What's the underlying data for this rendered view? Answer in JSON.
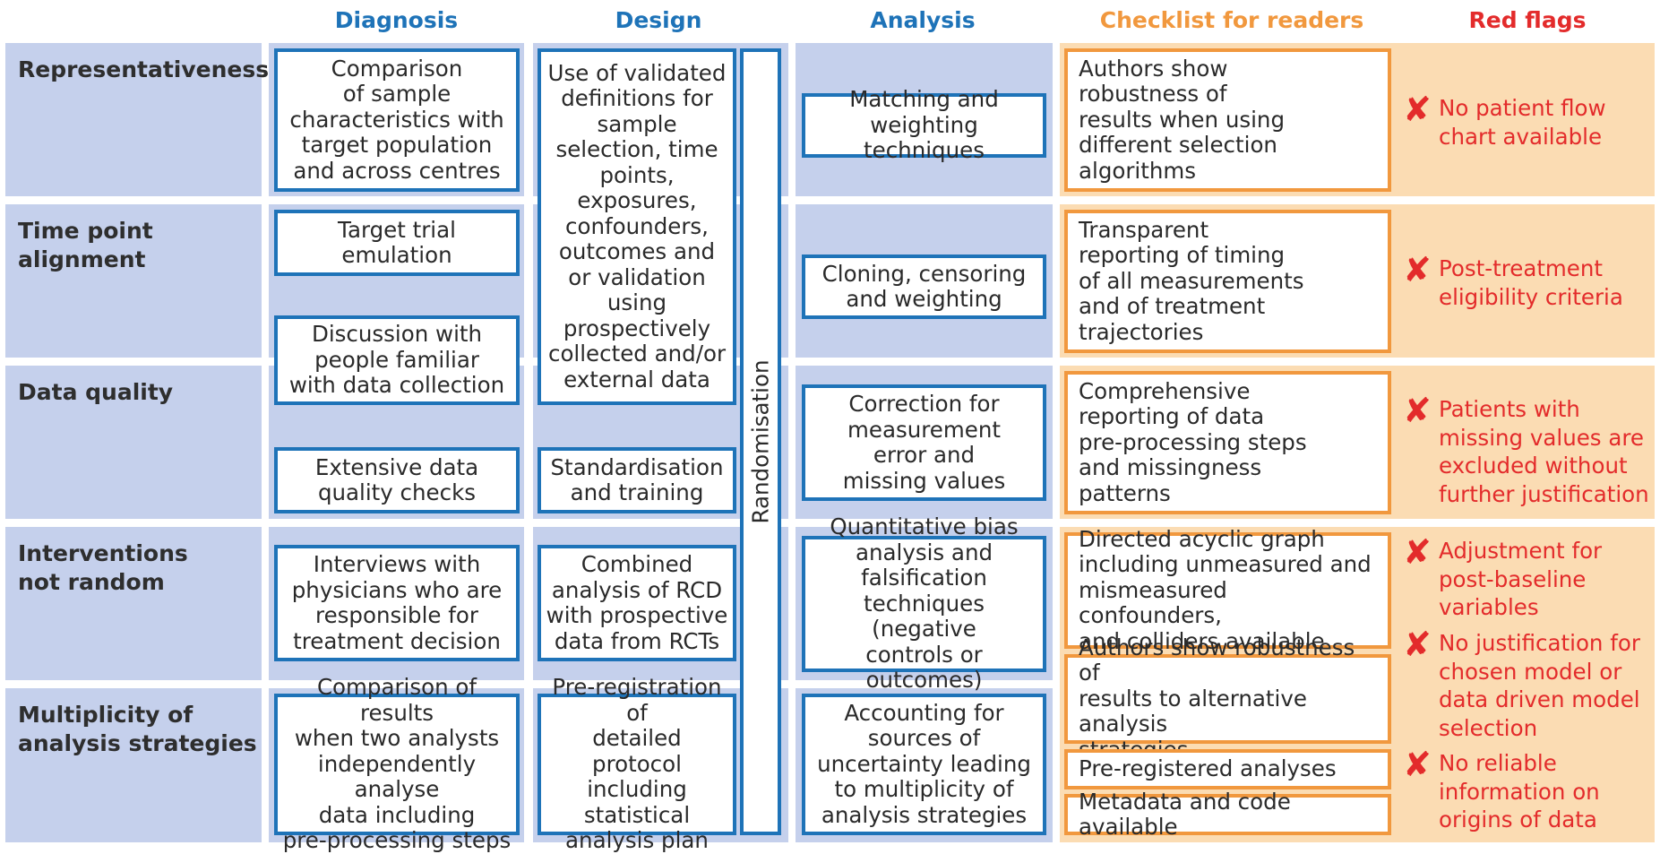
{
  "headers": {
    "diagnosis": "Diagnosis",
    "design": "Design",
    "analysis": "Analysis",
    "checklist": "Checklist for readers",
    "red_flags": "Red flags"
  },
  "colors": {
    "blue_header": "#1e73b8",
    "orange_header": "#f1983e",
    "red": "#e32b2b",
    "blue_band": "#c5d0ec",
    "orange_band": "#fbdcb3"
  },
  "rows": [
    "Representativeness",
    "Time point\nalignment",
    "Data quality",
    "Interventions\nnot random",
    "Multiplicity of\nanalysis strategies"
  ],
  "diagnosis": [
    "Comparison\nof sample\ncharacteristics with\ntarget population\nand across centres",
    "Target trial\nemulation",
    "Discussion with\npeople familiar\nwith data collection",
    "Extensive data\nquality checks",
    "Interviews with\nphysicians who are\nresponsible for\ntreatment decision",
    "Comparison of results\nwhen two analysts\nindependently analyse\ndata including\npre-processing steps"
  ],
  "design": [
    "Use of validated\ndefinitions for\nsample\nselection, time\npoints,\nexposures,\nconfounders,\noutcomes and\nor validation\nusing\nprospectively\ncollected and/or\nexternal data",
    "Standardisation\nand training",
    "Combined\nanalysis of RCD\nwith prospective\ndata from RCTs",
    "Pre-registration of\ndetailed protocol\nincluding\nstatistical\nanalysis plan"
  ],
  "randomisation": "Randomisation",
  "analysis": [
    "Matching and\nweighting techniques",
    "Cloning, censoring\nand weighting",
    "Correction for\nmeasurement\nerror and\nmissing values",
    "Quantitative bias\nanalysis and\nfalsification\ntechniques (negative\ncontrols or outcomes)",
    "Accounting for\nsources of\nuncertainty leading\nto multiplicity of\nanalysis strategies"
  ],
  "checklist": [
    "Authors show\nrobustness of\nresults when using\ndifferent selection\nalgorithms",
    "Transparent\nreporting of timing\nof all measurements\nand of treatment\ntrajectories",
    "Comprehensive\nreporting of data\npre-processing steps\nand missingness\npatterns",
    "Directed acyclic graph\nincluding unmeasured and\nmismeasured confounders,\nand colliders available",
    "Authors show robustness of\nresults to alternative analysis\nstrategies",
    "Pre-registered analyses",
    "Metadata and code available"
  ],
  "red_flags": [
    "No patient flow\nchart available",
    "Post-treatment\neligibility criteria",
    "Patients with\nmissing values are\nexcluded without\nfurther justification",
    "Adjustment for\npost-baseline\nvariables",
    "No justification for\nchosen model or\ndata driven model\nselection",
    "No reliable\ninformation on\norigins of data"
  ],
  "red_flag_icon": "cross-mark-icon",
  "cross_glyph": "✘"
}
